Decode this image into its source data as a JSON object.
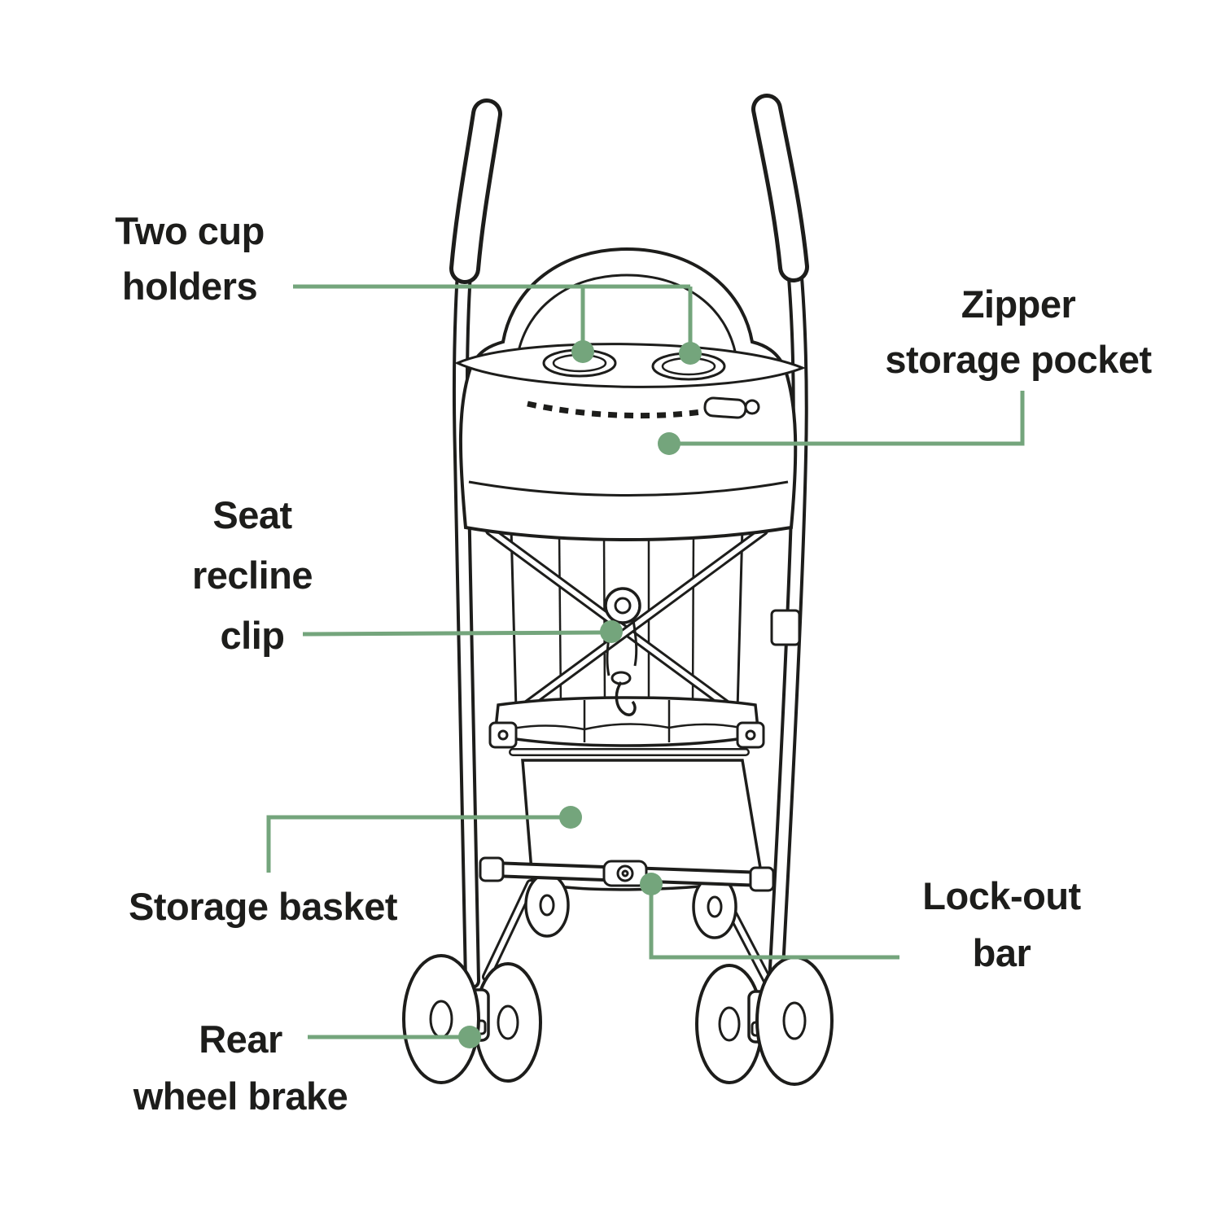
{
  "colors": {
    "accent": "#74A57C",
    "ink": "#1D1D1B",
    "background": "#FFFFFF"
  },
  "callouts": {
    "cup_holders": {
      "lines": [
        "Two cup",
        "holders"
      ]
    },
    "zipper_pocket": {
      "lines": [
        "Zipper",
        "storage pocket"
      ]
    },
    "seat_recline_clip": {
      "lines": [
        "Seat",
        "recline",
        "clip"
      ]
    },
    "storage_basket": {
      "lines": [
        "Storage basket"
      ]
    },
    "lockout_bar": {
      "lines": [
        "Lock-out",
        "bar"
      ]
    },
    "rear_wheel_brake": {
      "lines": [
        "Rear",
        "wheel brake"
      ]
    }
  }
}
